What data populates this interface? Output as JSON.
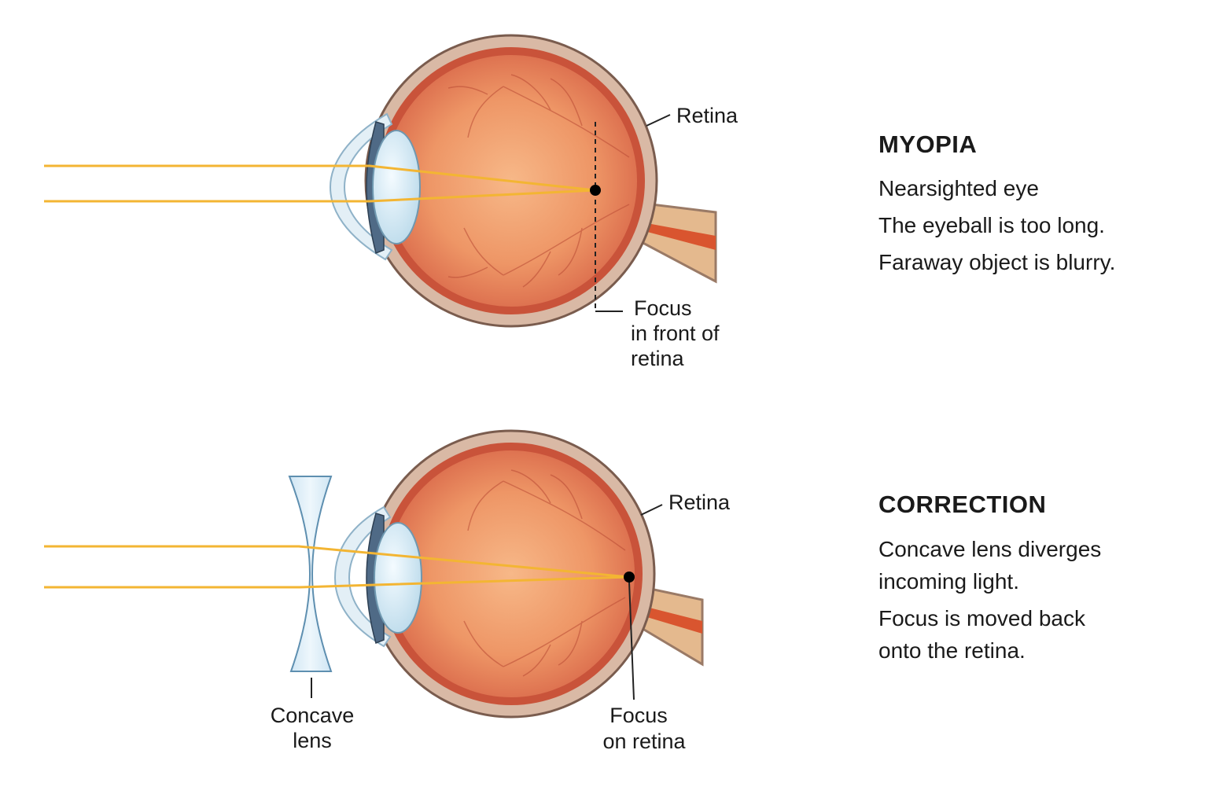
{
  "myopia": {
    "heading": "MYOPIA",
    "lines": [
      "Nearsighted eye",
      "The eyeball is too long.",
      "Faraway object is blurry."
    ],
    "labels": {
      "retina": "Retina",
      "focus_line1": "Focus",
      "focus_line2": "in front of",
      "focus_line3": "retina"
    }
  },
  "correction": {
    "heading": "CORRECTION",
    "lines": [
      "Concave lens diverges",
      "incoming light.",
      "Focus is moved back",
      "onto the retina."
    ],
    "labels": {
      "retina": "Retina",
      "lens_line1": "Concave",
      "lens_line2": "lens",
      "focus_line1": "Focus",
      "focus_line2": "on retina"
    }
  },
  "colors": {
    "light_ray": "#f3b533",
    "sclera": "#d8b7a4",
    "vitreous": "#ef9a68",
    "choroid": "#c9533a",
    "lens": "#cfe6f2",
    "focus_point": "#000000"
  }
}
